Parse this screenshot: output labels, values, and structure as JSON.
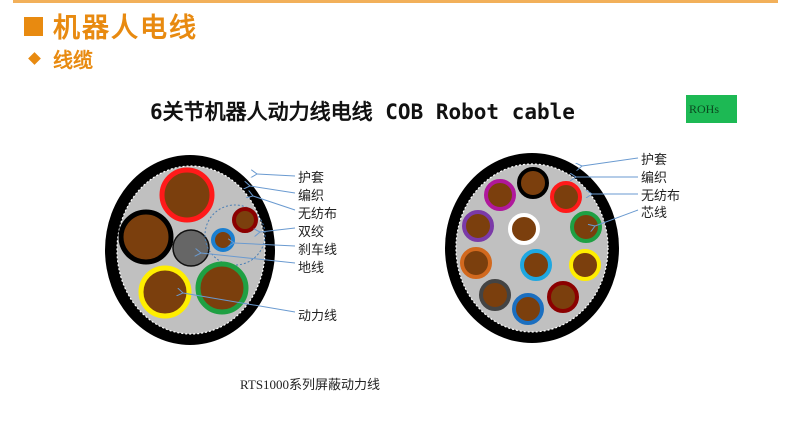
{
  "header": {
    "title": "机器人电线",
    "subtitle": "线缆"
  },
  "slide": {
    "title": "6关节机器人动力线电线 COB Robot cable",
    "badge": "ROHs",
    "caption": "RTS1000系列屏蔽动力线"
  },
  "left_cable": {
    "labels": [
      "护套",
      "编织",
      "无纺布",
      "双绞",
      "刹车线",
      "地线",
      "动力线"
    ]
  },
  "right_cable": {
    "labels": [
      "护套",
      "编织",
      "无纺布",
      "芯线"
    ]
  },
  "colors": {
    "accent": "#e88a10",
    "topline": "#f2b05a",
    "badge_bg": "#1db954",
    "jacket": "#000000",
    "filler": "#c0c0c0",
    "conductor": "#7b3f0d",
    "leader": "#6a9ad0"
  }
}
